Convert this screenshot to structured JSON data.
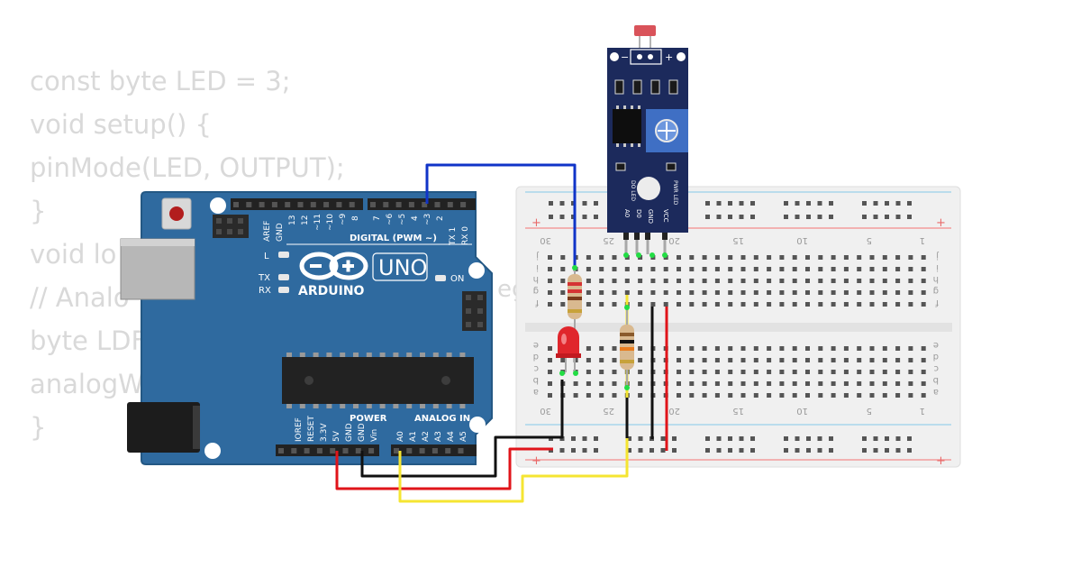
{
  "code_lines": [
    "const byte LED = 3;",
    "void setup() {",
    "pinMode(LED, OUTPUT);",
    "}",
    "void lo",
    "// Analo",
    "byte LDF",
    "analogW",
    "}"
  ],
  "code_fragment": "eg",
  "arduino": {
    "brand": "ARDUINO",
    "model": "UNO",
    "digital_header": "DIGITAL (PWM ~)",
    "digital_pins": [
      "AREF",
      "GND",
      "13",
      "12",
      "~11",
      "~10",
      "~9",
      "8",
      "7",
      "~6",
      "~5",
      "4",
      "~3",
      "2",
      "TX 1",
      "RX 0"
    ],
    "power_header": "POWER",
    "power_pins": [
      "IOREF",
      "RESET",
      "3.3V",
      "5V",
      "GND",
      "GND",
      "Vin"
    ],
    "analog_header": "ANALOG IN",
    "analog_pins": [
      "A0",
      "A1",
      "A2",
      "A3",
      "A4",
      "A5"
    ],
    "led_l": "L",
    "led_tx": "TX",
    "led_rx": "RX",
    "led_on": "ON"
  },
  "sensor_module": {
    "pins": [
      "A0",
      "D0",
      "GND",
      "VCC"
    ],
    "led_labels": [
      "DO LED",
      "PWR LED"
    ],
    "top_minus": "−",
    "top_plus": "+"
  },
  "breadboard": {
    "column_numbers": [
      "30",
      "25",
      "20",
      "15",
      "10",
      "5",
      "1"
    ],
    "top_rows": [
      "j",
      "i",
      "h",
      "g",
      "f"
    ],
    "bottom_rows": [
      "e",
      "d",
      "c",
      "b",
      "a"
    ],
    "rail_plus": "+"
  },
  "colors": {
    "board_blue": "#2f6a9f",
    "board_edge": "#245884",
    "sensor_board": "#1c2a5c",
    "breadboard": "#f0f0f0",
    "wire_blue": "#1034c8",
    "wire_red": "#e0141a",
    "wire_black": "#111111",
    "wire_yellow": "#f5e532",
    "pin_green": "#22dd44",
    "led_red": "#e0262c"
  }
}
